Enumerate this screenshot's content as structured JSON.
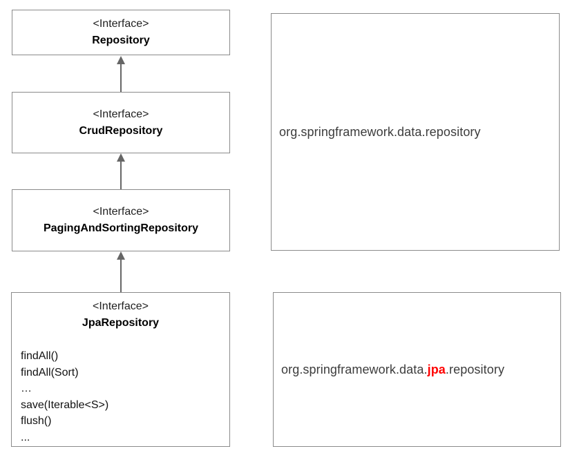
{
  "hierarchy": {
    "boxes": [
      {
        "stereotype": "<Interface>",
        "name": "Repository"
      },
      {
        "stereotype": "<Interface>",
        "name": "CrudRepository"
      },
      {
        "stereotype": "<Interface>",
        "name": "PagingAndSortingRepository"
      },
      {
        "stereotype": "<Interface>",
        "name": "JpaRepository",
        "methods": [
          "findAll()",
          "findAll(Sort)",
          "…",
          "save(Iterable<S>)",
          "flush()",
          "..."
        ]
      }
    ]
  },
  "packages": {
    "spring_data": {
      "text": "org.springframework.data.repository"
    },
    "spring_data_jpa": {
      "prefix": "org.springframework.data.",
      "highlight": "jpa",
      "suffix": ".repository"
    }
  },
  "colors": {
    "box_border": "#8a8a8a",
    "arrow": "#666666",
    "interface_text": "#000000",
    "package_text": "#3c3c3c",
    "highlight_red": "#ff0000"
  }
}
